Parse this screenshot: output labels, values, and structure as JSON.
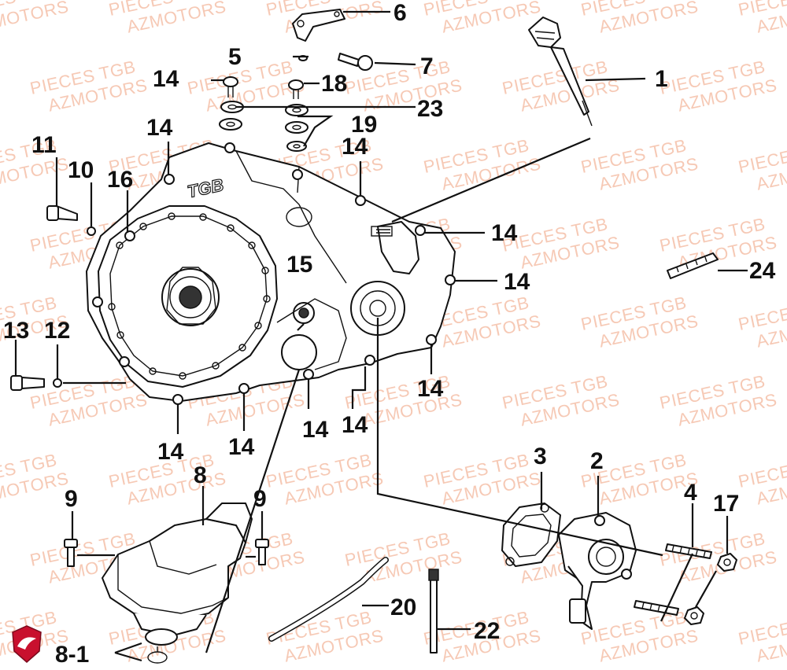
{
  "watermark": {
    "line1": "PIECES TGB",
    "line2": "AZMOTORS",
    "color": "#f6c9b5"
  },
  "brand": {
    "cover_logo_text": "TGB",
    "badge_color": "#c8102e"
  },
  "callouts": [
    {
      "id": "c1",
      "label": "1"
    },
    {
      "id": "c2",
      "label": "2"
    },
    {
      "id": "c3",
      "label": "3"
    },
    {
      "id": "c4",
      "label": "4"
    },
    {
      "id": "c5",
      "label": "5"
    },
    {
      "id": "c6",
      "label": "6"
    },
    {
      "id": "c7",
      "label": "7"
    },
    {
      "id": "c8",
      "label": "8"
    },
    {
      "id": "c8b",
      "label": "8-1"
    },
    {
      "id": "c9a",
      "label": "9"
    },
    {
      "id": "c9b",
      "label": "9"
    },
    {
      "id": "c10",
      "label": "10"
    },
    {
      "id": "c11",
      "label": "11"
    },
    {
      "id": "c12",
      "label": "12"
    },
    {
      "id": "c13",
      "label": "13"
    },
    {
      "id": "c14a",
      "label": "14"
    },
    {
      "id": "c14b",
      "label": "14"
    },
    {
      "id": "c14c",
      "label": "14"
    },
    {
      "id": "c14d",
      "label": "14"
    },
    {
      "id": "c14e",
      "label": "14"
    },
    {
      "id": "c14f",
      "label": "14"
    },
    {
      "id": "c14g",
      "label": "14"
    },
    {
      "id": "c14h",
      "label": "14"
    },
    {
      "id": "c14i",
      "label": "14"
    },
    {
      "id": "c14j",
      "label": "14"
    },
    {
      "id": "c14k",
      "label": "14"
    },
    {
      "id": "c15",
      "label": "15"
    },
    {
      "id": "c16",
      "label": "16"
    },
    {
      "id": "c17",
      "label": "17"
    },
    {
      "id": "c18",
      "label": "18"
    },
    {
      "id": "c19",
      "label": "19"
    },
    {
      "id": "c20",
      "label": "20"
    },
    {
      "id": "c22",
      "label": "22"
    },
    {
      "id": "c23",
      "label": "23"
    },
    {
      "id": "c24",
      "label": "24"
    }
  ]
}
